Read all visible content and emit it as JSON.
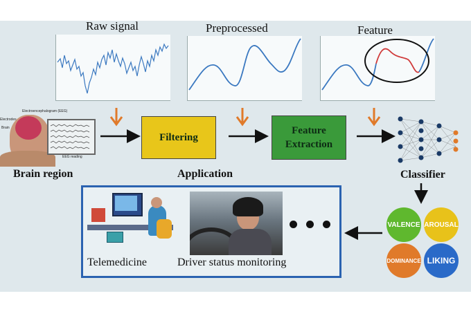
{
  "titles": {
    "raw": "Raw signal",
    "pre": "Preprocessed",
    "feat": "Feature"
  },
  "pipeline": {
    "filtering": "Filtering",
    "feature_line1": "Feature",
    "feature_line2": "Extraction"
  },
  "labels": {
    "brain_region": "Brain region",
    "application": "Application",
    "classifier": "Classifier"
  },
  "eeg_panel": {
    "header": "Electroencephalogram (EEG)",
    "brain": "Brain",
    "electrodes": "Electrodes",
    "reading": "EEG reading"
  },
  "emotions": {
    "valence": "VALENCE",
    "arousal": "AROUSAL",
    "dominance": "DOMINANCE",
    "liking": "LIKING"
  },
  "applications": {
    "telemedicine": "Telemedicine",
    "driver": "Driver status monitoring"
  },
  "colors": {
    "filtering_box": "#e8c61a",
    "feature_box": "#3a9a3a",
    "arrow_orange": "#e07a2a",
    "signal_blue": "#3a78c0",
    "feature_red": "#d03a3a",
    "valence": "#5fb82e",
    "arousal": "#e8c21a",
    "dominance": "#e07a2a",
    "liking": "#2a6ac8",
    "frame_blue": "#2a62b0"
  }
}
